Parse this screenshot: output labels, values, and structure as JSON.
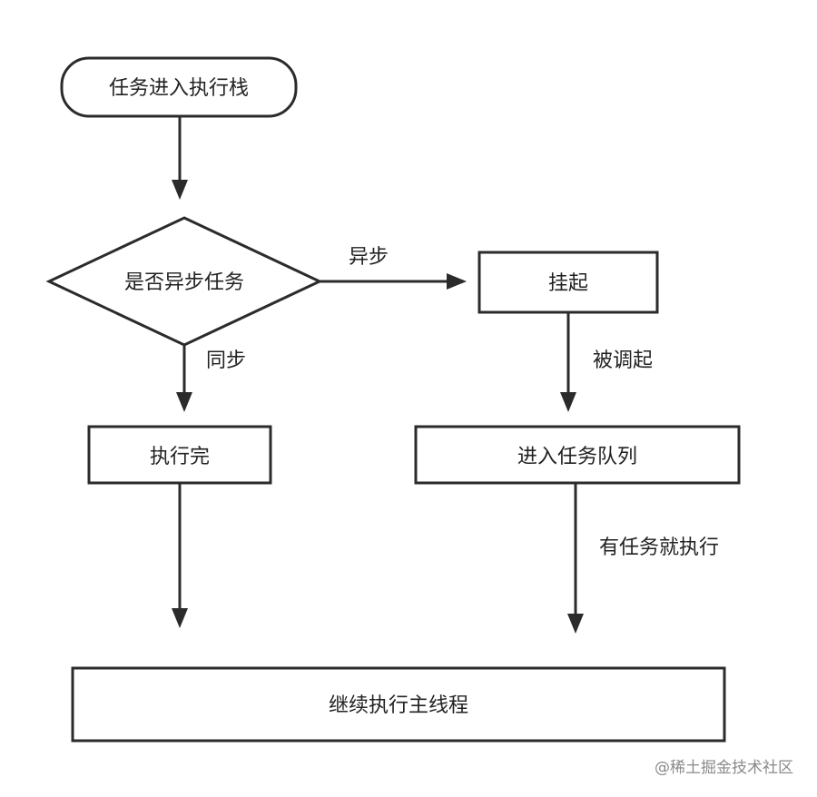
{
  "nodes": {
    "start": "任务进入执行栈",
    "decision": "是否异步任务",
    "suspend": "挂起",
    "execute_done": "执行完",
    "enqueue": "进入任务队列",
    "continue_main": "继续执行主线程"
  },
  "edges": {
    "async_label": "异步",
    "sync_label": "同步",
    "invoked_label": "被调起",
    "run_if_task_label": "有任务就执行"
  },
  "watermark": "@稀土掘金技术社区",
  "colors": {
    "stroke": "#2b2b2b",
    "text": "#222222",
    "watermark": "#8a8a8a"
  }
}
